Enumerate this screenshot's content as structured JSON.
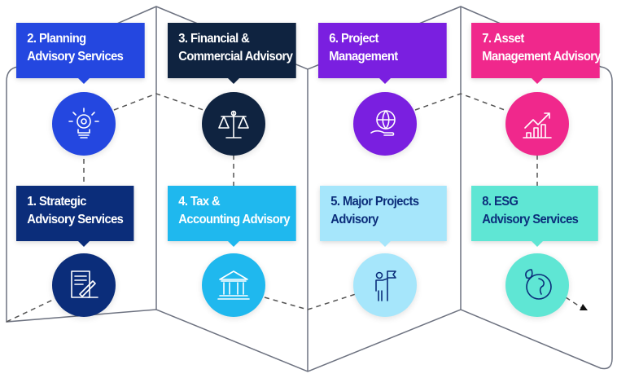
{
  "services": [
    {
      "num": "2.",
      "line1": "Planning",
      "line2": "Advisory Services",
      "color": "#2447e0",
      "text_color": "#ffffff",
      "icon": "lightbulb-gear-icon"
    },
    {
      "num": "3.",
      "line1": "Financial &",
      "line2": "Commercial Advisory",
      "color": "#0f2340",
      "text_color": "#ffffff",
      "icon": "scales-icon"
    },
    {
      "num": "6.",
      "line1": "Project",
      "line2": "Management",
      "color": "#7a1fe0",
      "text_color": "#ffffff",
      "icon": "globe-hand-icon"
    },
    {
      "num": "7.",
      "line1": "Asset",
      "line2": "Management Advisory",
      "color": "#f0288c",
      "text_color": "#ffffff",
      "icon": "growth-chart-icon"
    },
    {
      "num": "1.",
      "line1": "Strategic",
      "line2": "Advisory Services",
      "color": "#0b2d7a",
      "text_color": "#ffffff",
      "icon": "document-signing-icon"
    },
    {
      "num": "4.",
      "line1": "Tax &",
      "line2": "Accounting Advisory",
      "color": "#1fb8ee",
      "text_color": "#ffffff",
      "icon": "bank-icon"
    },
    {
      "num": "5.",
      "line1": "Major Projects",
      "line2": "Advisory",
      "color": "#a6e6fb",
      "text_color": "#0b2d7a",
      "icon": "person-flag-icon"
    },
    {
      "num": "8.",
      "line1": "ESG",
      "line2": "Advisory Services",
      "color": "#5fe6d4",
      "text_color": "#0b2d7a",
      "icon": "leaf-globe-icon"
    }
  ]
}
